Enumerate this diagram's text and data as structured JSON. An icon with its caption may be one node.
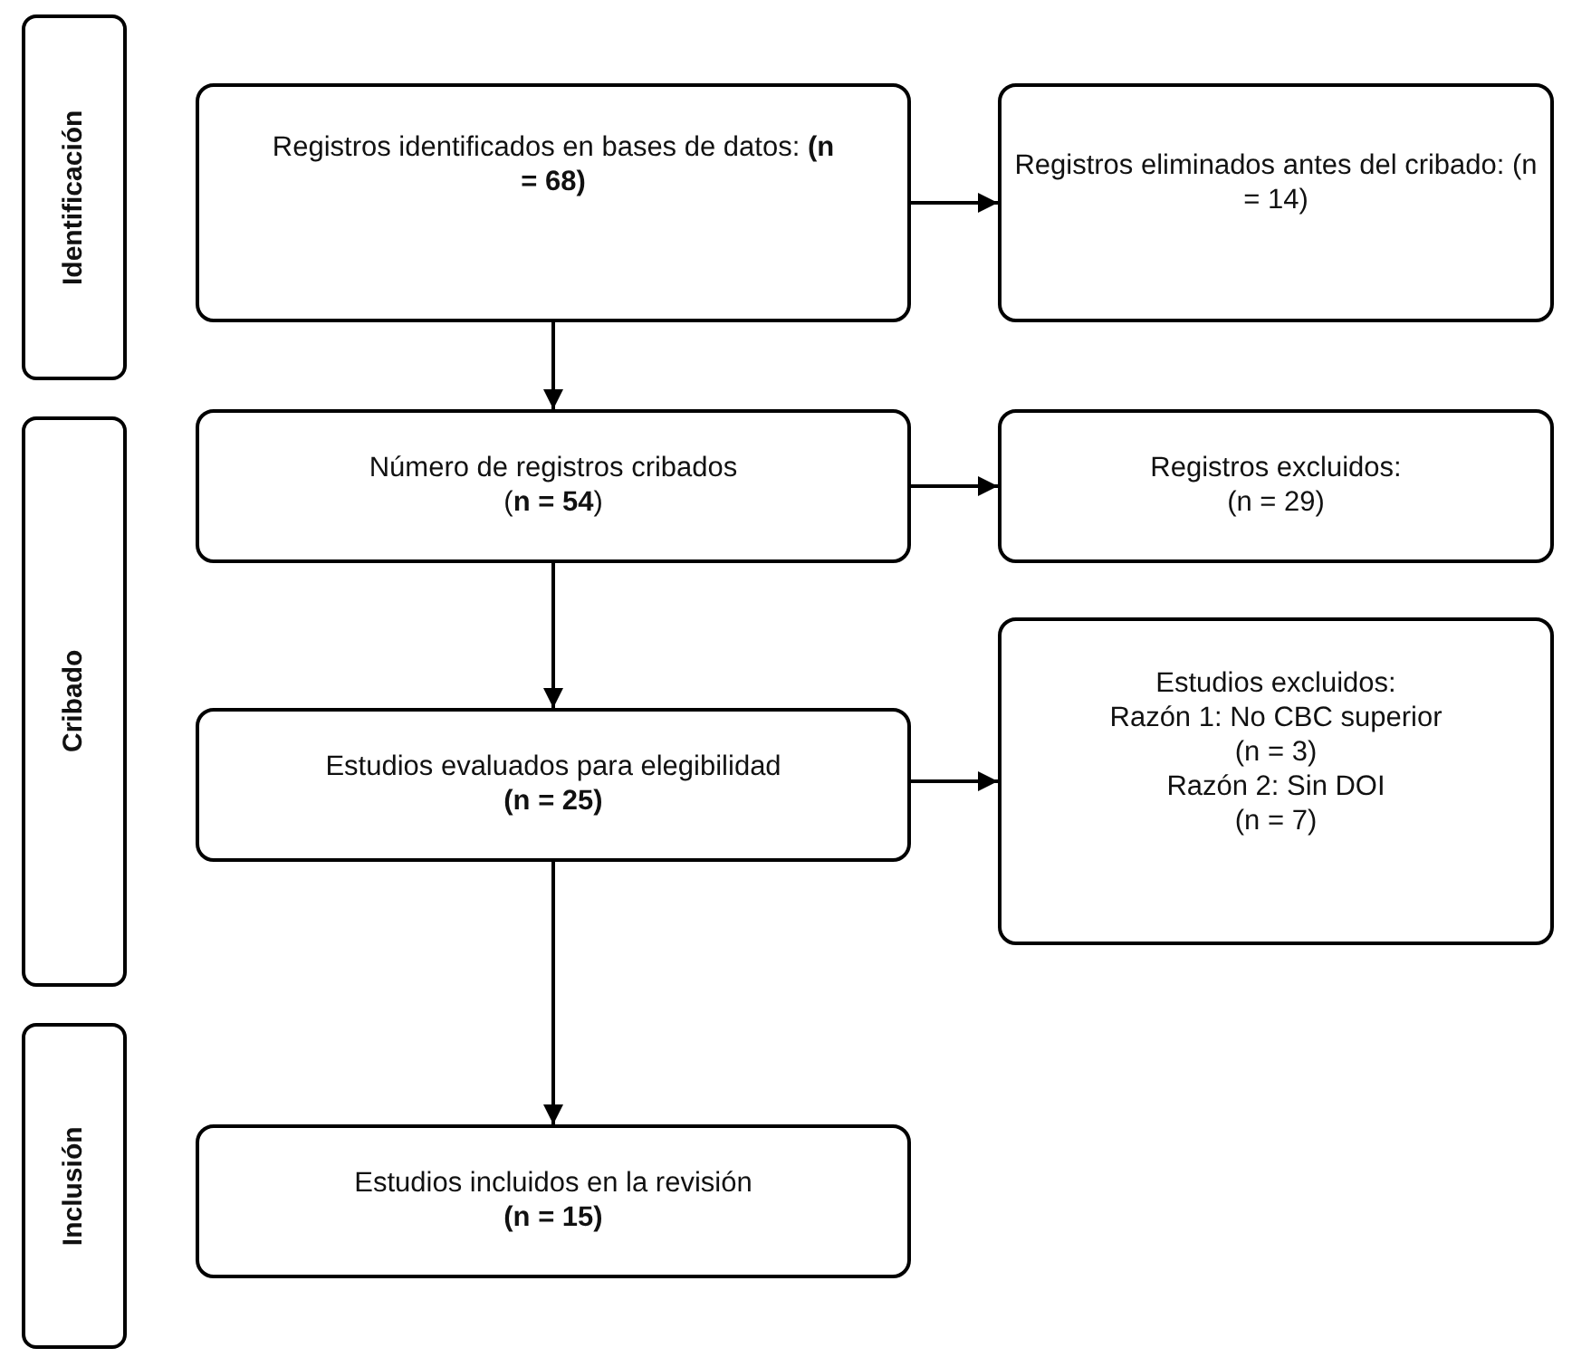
{
  "diagram": {
    "nodes": [
      {
        "text": [
          "Identificación"
        ]
      },
      {
        "text": [
          "Registros identificados en bases de datos: **(n = 68)**"
        ]
      },
      {
        "text": [
          "Registros eliminados antes del cribado: (n = 14)"
        ]
      },
      {
        "text": [
          "Cribado"
        ]
      },
      {
        "text": [
          "Número de registros cribados",
          "(**n = 54**)"
        ]
      },
      {
        "text": [
          "Registros excluidos:",
          "(n = 29)"
        ]
      },
      {
        "text": [
          "Estudios evaluados para elegibilidad",
          "**(n = 25)**"
        ]
      },
      {
        "text": [
          "Estudios excluidos:",
          "Razón 1: No CBC superior",
          "(n = 3)",
          "Razón 2: Sin DOI",
          "(n = 7)"
        ]
      },
      {
        "text": [
          "Inclusión"
        ]
      },
      {
        "text": [
          "Estudios incluidos en la revisión",
          "**(n = 15)**"
        ]
      }
    ],
    "edges": [
      {
        "from": 1,
        "to": 2,
        "arrow": "to"
      },
      {
        "from": 1,
        "to": 4,
        "arrow": "to"
      },
      {
        "from": 4,
        "to": 5,
        "arrow": "to"
      },
      {
        "from": 4,
        "to": 6,
        "arrow": "to"
      },
      {
        "from": 6,
        "to": 7,
        "arrow": "to"
      },
      {
        "from": 6,
        "to": 9,
        "arrow": "to"
      }
    ]
  }
}
